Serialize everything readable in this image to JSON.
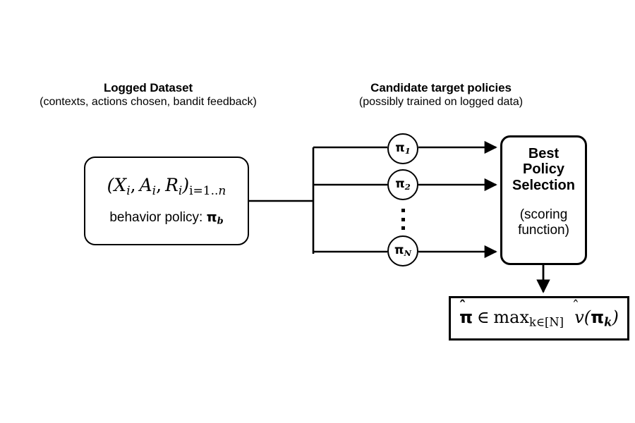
{
  "figure": {
    "type": "pipeline-diagram",
    "background": "#ffffff",
    "stroke_color": "#000000"
  },
  "headings": {
    "logged": {
      "title": "Logged Dataset",
      "subtitle": "(contexts, actions chosen, bandit feedback)"
    },
    "candidate": {
      "title": "Candidate target policies",
      "subtitle": "(possibly trained on logged data)"
    }
  },
  "logged_dataset_box": {
    "formula": {
      "open_paren": "(",
      "terms": [
        "X",
        "A",
        "R"
      ],
      "term_subscript": "i",
      "separator": ",",
      "close_paren": ")",
      "range_subscript": "i=1..n",
      "plain": "(X_i, A_i, R_i)_{i=1..n}"
    },
    "behavior_label": "behavior policy:",
    "behavior_policy_symbol": "π",
    "behavior_policy_subscript": "b"
  },
  "policies": [
    {
      "symbol": "π",
      "subscript": "1",
      "label": "pi-1"
    },
    {
      "symbol": "π",
      "subscript": "2",
      "label": "pi-2"
    },
    {
      "symbol": "⋮",
      "subscript": "",
      "label": "vertical-ellipsis"
    },
    {
      "symbol": "π",
      "subscript": "N",
      "label": "pi-N"
    }
  ],
  "selection_box": {
    "title_lines": [
      "Best",
      "Policy",
      "Selection"
    ],
    "subtitle_lines": [
      "(scoring",
      "function)"
    ]
  },
  "output_box": {
    "formula_plain": "π̂ ∈ max_{k∈[N]}  v̂(π_k)",
    "pi_hat": "π",
    "membership": "∈",
    "operator": "max",
    "operator_subscript": "k∈[N]",
    "value_fn": "v",
    "value_arg_symbol": "π",
    "value_arg_subscript": "k"
  }
}
